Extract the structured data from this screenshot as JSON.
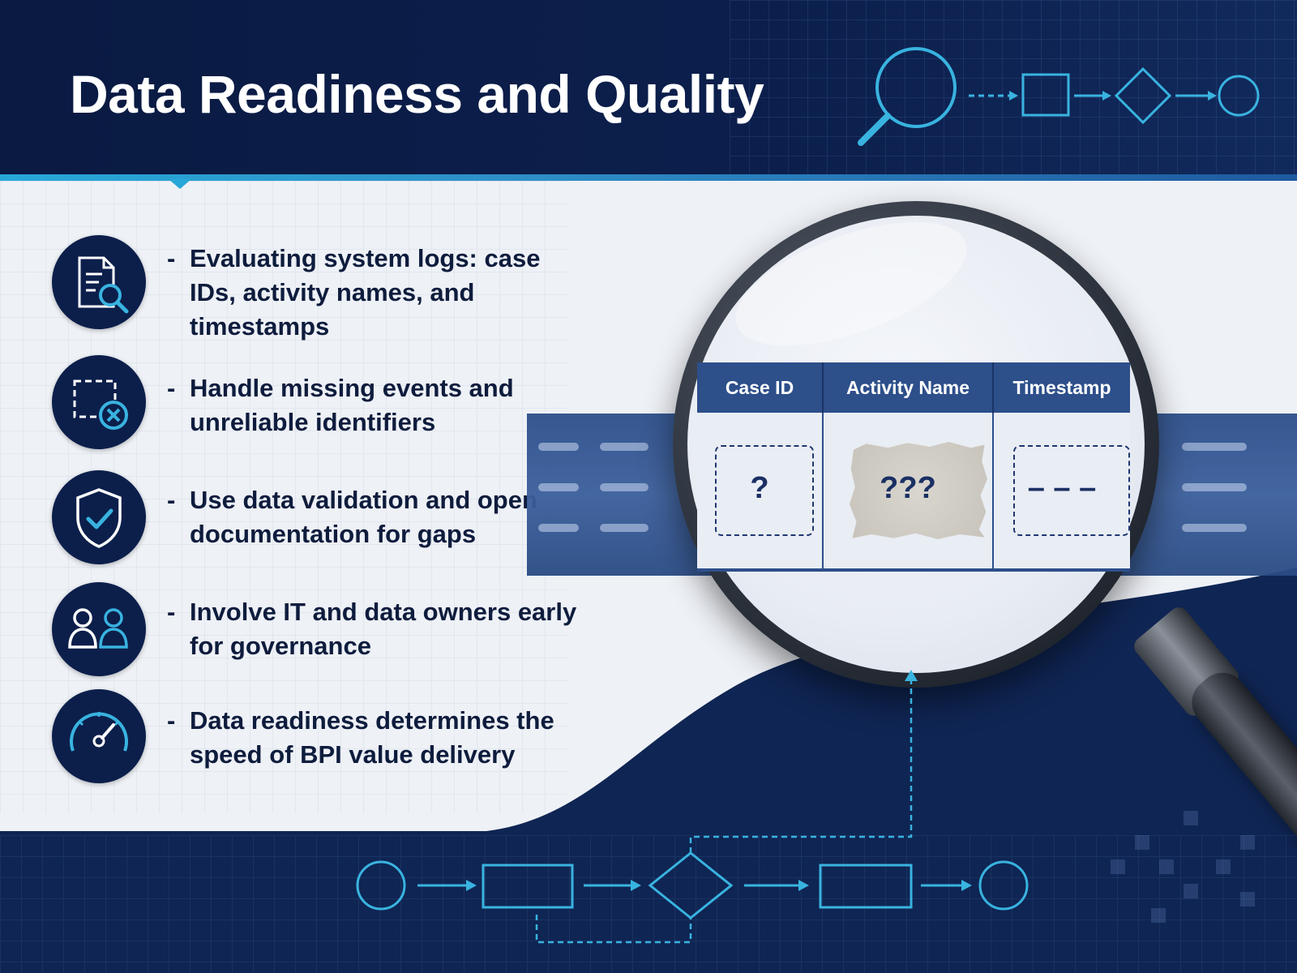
{
  "header": {
    "title": "Data Readiness and Quality"
  },
  "bullets": [
    {
      "dash": "-",
      "text": "Evaluating system logs: case IDs, activity names, and timestamps",
      "icon": "document-search-icon"
    },
    {
      "dash": "-",
      "text": "Handle missing events and unreliable identifiers",
      "icon": "missing-box-icon"
    },
    {
      "dash": "-",
      "text": "Use data validation and open documentation for gaps",
      "icon": "shield-check-icon"
    },
    {
      "dash": "-",
      "text": "Involve IT and data owners early for governance",
      "icon": "users-icon"
    },
    {
      "dash": "-",
      "text": "Data readiness determines the speed of BPI value delivery",
      "icon": "speedometer-icon"
    }
  ],
  "table": {
    "headers": [
      "Case ID",
      "Activity Name",
      "Timestamp"
    ],
    "cells": [
      "?",
      "???",
      "– – –"
    ]
  },
  "colors": {
    "navy": "#0c1f4b",
    "accent": "#27a8d8",
    "text": "#0e1c3d"
  }
}
